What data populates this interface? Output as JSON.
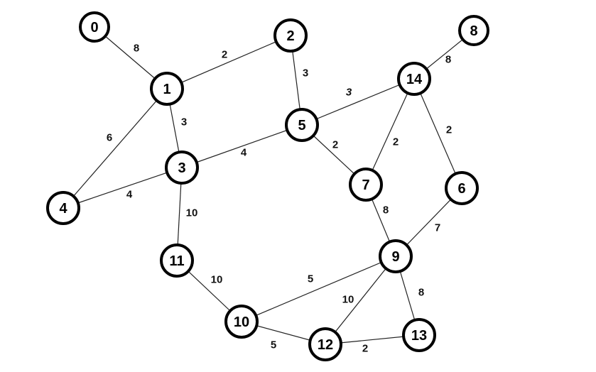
{
  "graph": {
    "nodes": [
      {
        "id": "0",
        "label": "0"
      },
      {
        "id": "1",
        "label": "1"
      },
      {
        "id": "2",
        "label": "2"
      },
      {
        "id": "3",
        "label": "3"
      },
      {
        "id": "4",
        "label": "4"
      },
      {
        "id": "5",
        "label": "5"
      },
      {
        "id": "6",
        "label": "6"
      },
      {
        "id": "7",
        "label": "7"
      },
      {
        "id": "8",
        "label": "8"
      },
      {
        "id": "9",
        "label": "9"
      },
      {
        "id": "10",
        "label": "10"
      },
      {
        "id": "11",
        "label": "11"
      },
      {
        "id": "12",
        "label": "12"
      },
      {
        "id": "13",
        "label": "13"
      },
      {
        "id": "14",
        "label": "14"
      }
    ],
    "edges": [
      {
        "from": "0",
        "to": "1",
        "weight": "8"
      },
      {
        "from": "1",
        "to": "2",
        "weight": "2"
      },
      {
        "from": "1",
        "to": "3",
        "weight": "3"
      },
      {
        "from": "1",
        "to": "4",
        "weight": "6"
      },
      {
        "from": "2",
        "to": "5",
        "weight": "3"
      },
      {
        "from": "3",
        "to": "4",
        "weight": "4"
      },
      {
        "from": "3",
        "to": "5",
        "weight": "4"
      },
      {
        "from": "3",
        "to": "11",
        "weight": "10"
      },
      {
        "from": "5",
        "to": "14",
        "weight": "3"
      },
      {
        "from": "5",
        "to": "7",
        "weight": "2"
      },
      {
        "from": "14",
        "to": "8",
        "weight": "8"
      },
      {
        "from": "14",
        "to": "7",
        "weight": "2"
      },
      {
        "from": "14",
        "to": "6",
        "weight": "2"
      },
      {
        "from": "7",
        "to": "9",
        "weight": "8"
      },
      {
        "from": "6",
        "to": "9",
        "weight": "7"
      },
      {
        "from": "9",
        "to": "10",
        "weight": "5"
      },
      {
        "from": "9",
        "to": "12",
        "weight": "10"
      },
      {
        "from": "9",
        "to": "13",
        "weight": "8"
      },
      {
        "from": "11",
        "to": "10",
        "weight": "10"
      },
      {
        "from": "10",
        "to": "12",
        "weight": "5"
      },
      {
        "from": "12",
        "to": "13",
        "weight": "2"
      }
    ]
  }
}
